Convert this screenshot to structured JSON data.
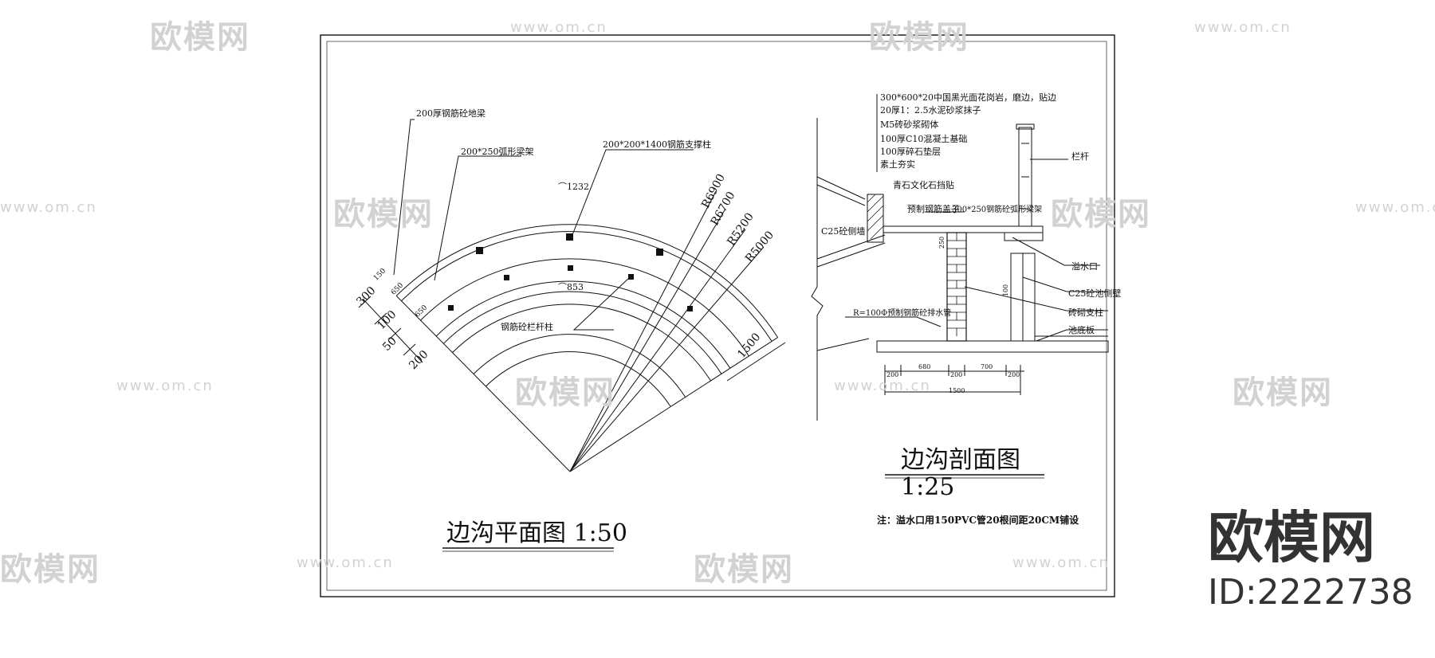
{
  "watermark": {
    "logo_text": "欧模网",
    "url_text": "www.om.cn"
  },
  "brand": {
    "name": "欧模网",
    "id": "ID:2222738"
  },
  "plan": {
    "title": "边沟平面图 1:50",
    "labels": {
      "wall": "200厚钢筋砼地梁",
      "arc_beam": "200*250弧形梁架",
      "column": "200*200*1400钢筋支撑柱",
      "rail_post": "钢筋砼栏杆柱",
      "arc_top": "⌒1232",
      "arc_bottom": "⌒853"
    },
    "radii": [
      "R6900",
      "R6700",
      "R5200",
      "R5000"
    ],
    "dims": [
      "300",
      "100",
      "50",
      "200",
      "650",
      "650",
      "150",
      "1500"
    ]
  },
  "section": {
    "title": "边沟剖面图",
    "scale": "1:25",
    "note": "注：溢水口用150PVC管20根间距20CM铺设",
    "layers": [
      "300*600*20中国黑光面花岗岩，磨边，贴边",
      "20厚1：2.5水泥砂浆抹子",
      "M5砖砂浆砌体",
      "100厚C10混凝土基础",
      "100厚碎石垫层",
      "素土夯实"
    ],
    "labels": {
      "stone_wall": "青石文化石挡贴",
      "slab": "预制钢筋盖子",
      "beam": "300*250钢筋砼弧形梁架",
      "c25_left": "C25砼侧墙",
      "railing": "栏杆",
      "overflow": "溢水口",
      "c25_right": "C25砼池侧壁",
      "brick_column": "砖砌支柱",
      "base_slab": "池底板",
      "pipe": "R=100Φ预制钢筋砼排水管"
    },
    "dims": [
      "200",
      "680",
      "200",
      "700",
      "200",
      "1500",
      "250",
      "100"
    ]
  }
}
